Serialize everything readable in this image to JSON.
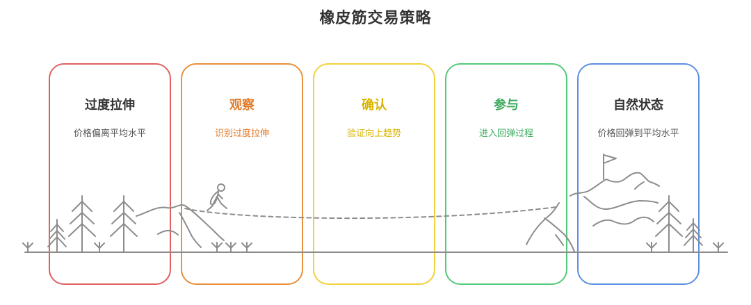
{
  "title": "橡皮筋交易策略",
  "stages": [
    {
      "title": "过度拉伸",
      "desc": "价格偏离平均水平",
      "border": "#e06060",
      "title_color": "#333333",
      "desc_color": "#555555"
    },
    {
      "title": "观察",
      "desc": "识别过度拉伸",
      "border": "#e8903a",
      "title_color": "#e07b2a",
      "desc_color": "#e07b2a"
    },
    {
      "title": "确认",
      "desc": "验证向上趋势",
      "border": "#f2d13b",
      "title_color": "#d8b400",
      "desc_color": "#d8b400"
    },
    {
      "title": "参与",
      "desc": "进入回弹过程",
      "border": "#55c97a",
      "title_color": "#3aaa5c",
      "desc_color": "#3aaa5c"
    },
    {
      "title": "自然状态",
      "desc": "价格回弹到平均水平",
      "border": "#5b8fe0",
      "title_color": "#333333",
      "desc_color": "#555555"
    }
  ],
  "icons": [
    "pine-tree-icon",
    "grass-icon",
    "hiker-icon",
    "flag-icon",
    "mountain-icon"
  ]
}
